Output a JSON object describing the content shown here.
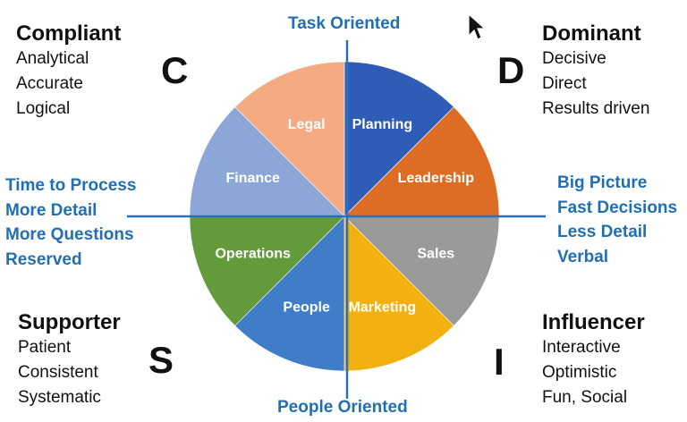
{
  "axes": {
    "top_label": "Task Oriented",
    "bottom_label": "People Oriented"
  },
  "quadrants": {
    "compliant": {
      "title": "Compliant",
      "letter": "C",
      "traits": [
        "Analytical",
        "Accurate",
        "Logical"
      ]
    },
    "dominant": {
      "title": "Dominant",
      "letter": "D",
      "traits": [
        "Decisive",
        "Direct",
        "Results driven"
      ]
    },
    "supporter": {
      "title": "Supporter",
      "letter": "S",
      "traits": [
        "Patient",
        "Consistent",
        "Systematic"
      ]
    },
    "influencer": {
      "title": "Influencer",
      "letter": "I",
      "traits": [
        "Interactive",
        "Optimistic",
        "Fun, Social"
      ]
    }
  },
  "left_side": [
    "Time to Process",
    "More Detail",
    "More Questions",
    "Reserved"
  ],
  "right_side": [
    "Big Picture",
    "Fast Decisions",
    "Less Detail",
    "Verbal"
  ],
  "wheel": {
    "segments": [
      {
        "name": "Planning",
        "color": "#2f5cb6"
      },
      {
        "name": "Leadership",
        "color": "#dd6d24"
      },
      {
        "name": "Sales",
        "color": "#9a9a9a"
      },
      {
        "name": "Marketing",
        "color": "#f2b10f"
      },
      {
        "name": "People",
        "color": "#3f7dc9"
      },
      {
        "name": "Operations",
        "color": "#629a3c"
      },
      {
        "name": "Finance",
        "color": "#8ca6d8"
      },
      {
        "name": "Legal",
        "color": "#f4ab84"
      }
    ]
  },
  "colors": {
    "accent_blue": "#1f6fb2",
    "axis_line": "#2a6fbf"
  },
  "cursor_icon": "arrow-cursor-icon"
}
